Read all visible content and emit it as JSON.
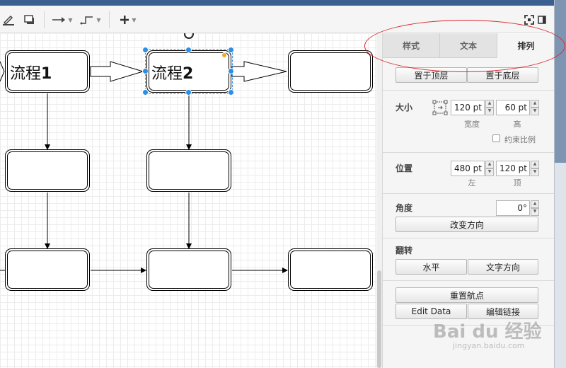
{
  "canvas": {
    "nodes": [
      {
        "label_cn": "流程",
        "label_num": "1"
      },
      {
        "label_cn": "流程",
        "label_num": "2"
      }
    ]
  },
  "panel": {
    "tabs": [
      {
        "label": "样式"
      },
      {
        "label": "文本"
      },
      {
        "label": "排列",
        "active": true
      }
    ],
    "buttons": {
      "to_front": "置于顶层",
      "to_back": "置于底层",
      "turn": "改变方向",
      "flip_h": "水平",
      "text_dir": "文字方向",
      "reset_waypoints": "重置航点",
      "edit_data": "Edit Data",
      "edit_link": "编辑链接"
    },
    "size": {
      "label": "大小",
      "width_value": "120 pt",
      "height_value": "60 pt",
      "width_label": "宽度",
      "height_label": "高",
      "constrain_label": "约束比例"
    },
    "position": {
      "label": "位置",
      "left_value": "480 pt",
      "top_value": "120 pt",
      "left_label": "左",
      "top_label": "顶"
    },
    "angle": {
      "label": "角度",
      "value": "0°"
    },
    "flip": {
      "label": "翻转"
    }
  },
  "watermark": {
    "text": "Bai du 经验",
    "sub": "jingyan.baidu.com"
  },
  "colors": {
    "selection": "#2b8fe6",
    "annotation": "#d8262d",
    "accent_handle": "#f5a623"
  }
}
